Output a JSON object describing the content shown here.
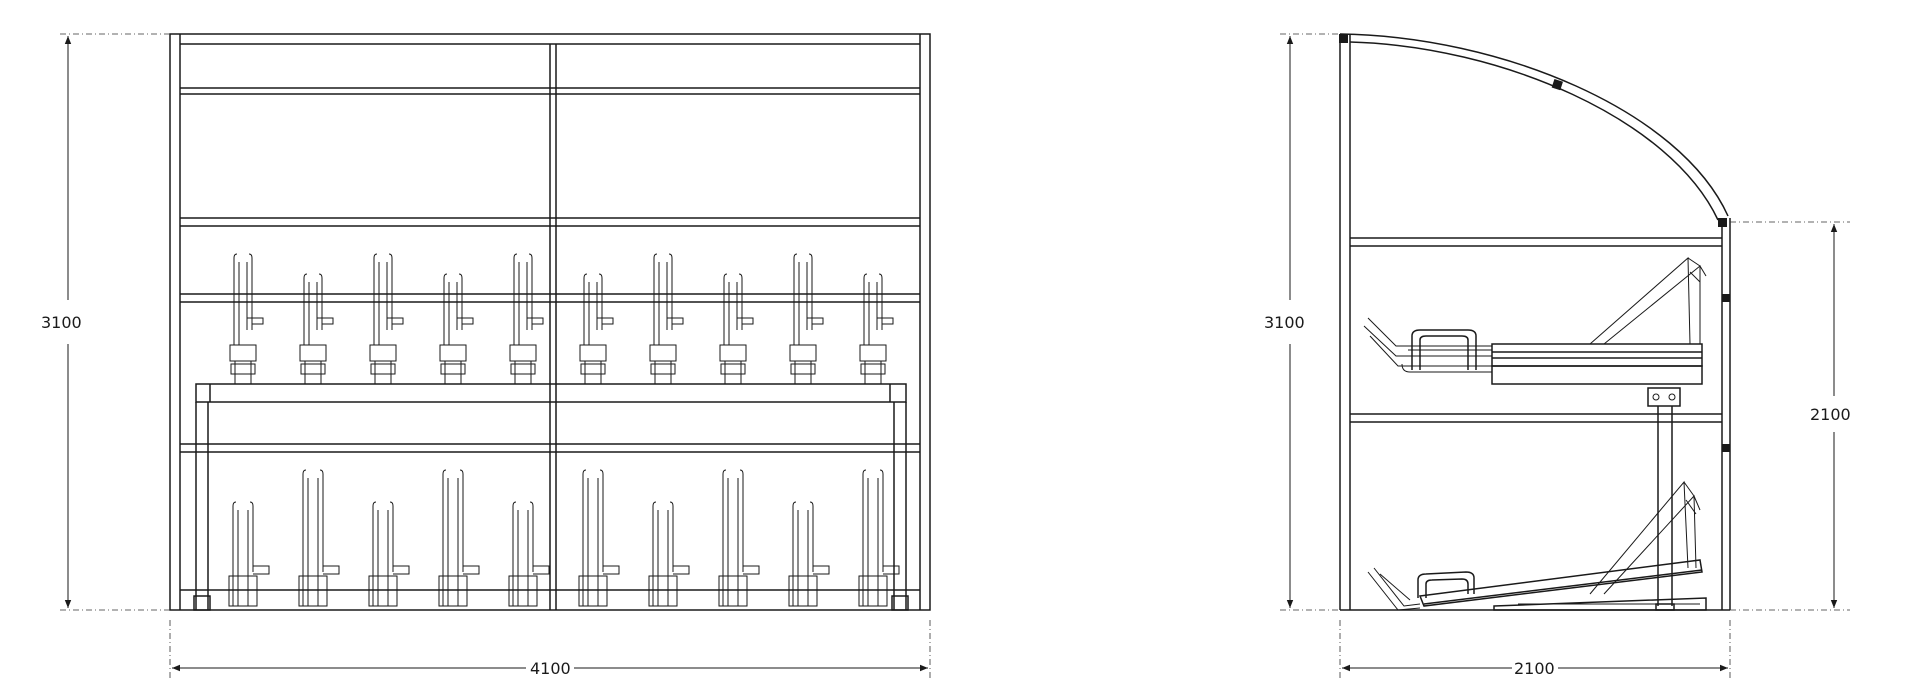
{
  "front_view": {
    "height_dimension": "3100",
    "width_dimension": "4100",
    "upper_stands": 10,
    "lower_stands": 10
  },
  "side_view": {
    "height_dimension": "3100",
    "rear_height_dimension": "2100",
    "depth_dimension": "2100"
  },
  "colors": {
    "line": "#1a1a1a",
    "background": "#ffffff"
  }
}
